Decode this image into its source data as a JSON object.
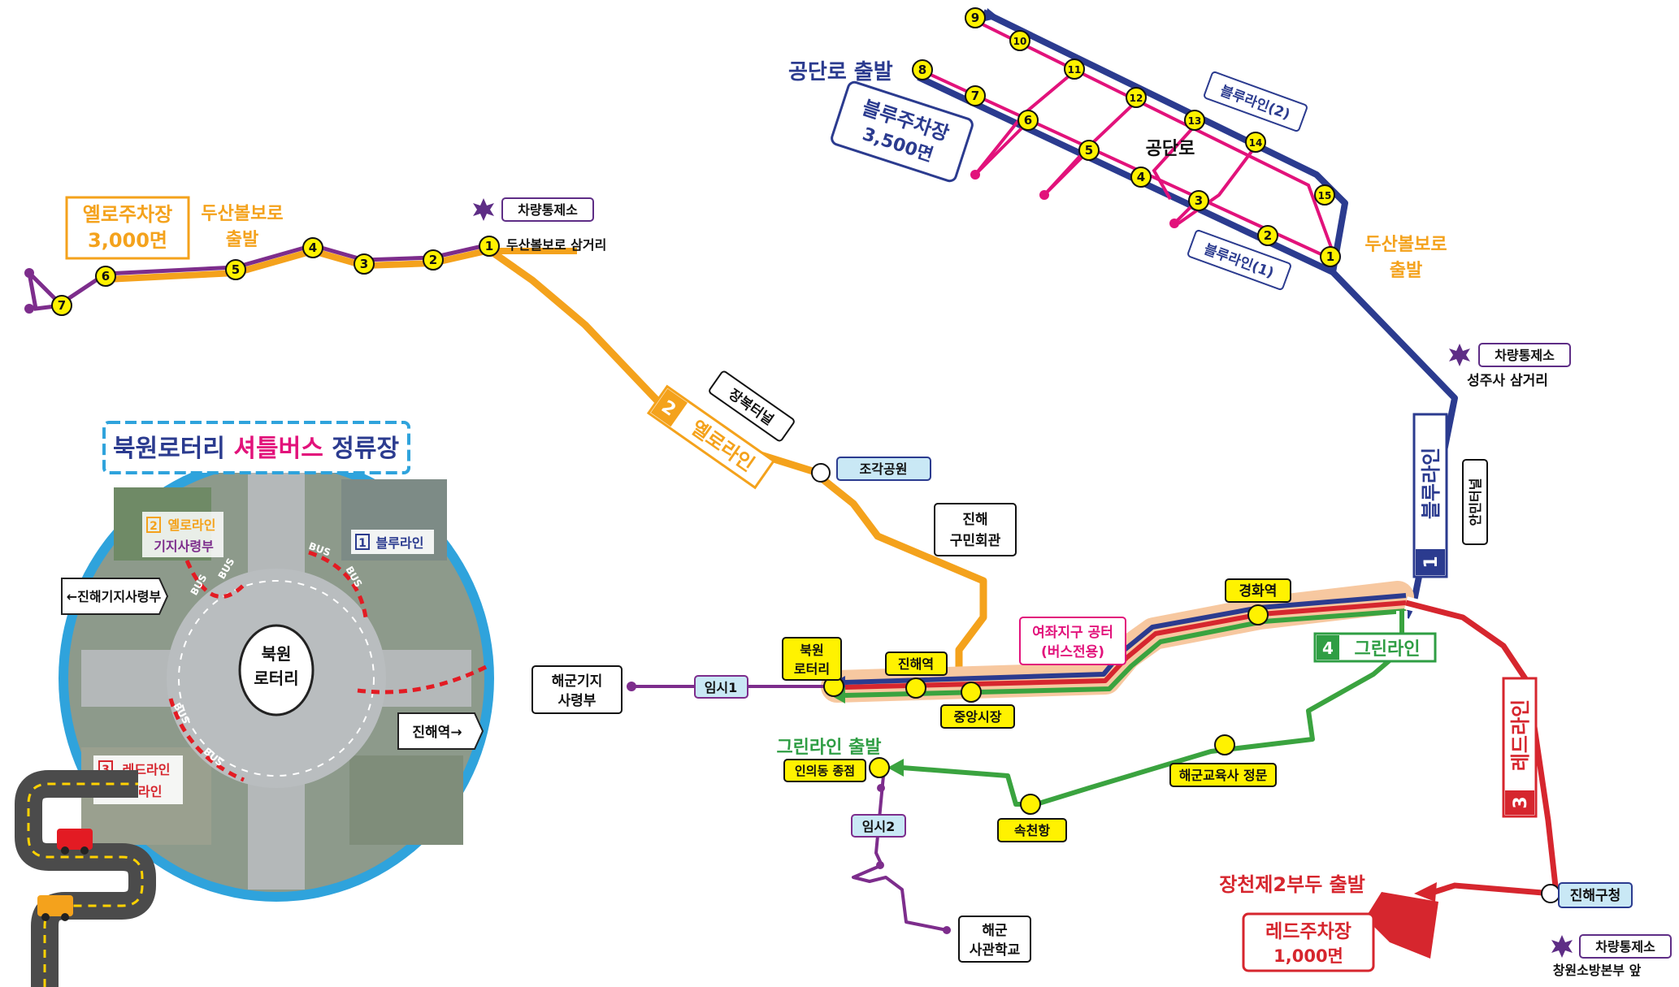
{
  "colors": {
    "yellow_line": "#f4a21c",
    "purple_line": "#7d2d8c",
    "blue_line": "#2b3b8f",
    "red_line": "#d6262e",
    "green_line": "#3aa33f",
    "pink_line": "#e2127b",
    "stop_fill": "#fff200",
    "label_bg_blue": "#c9e8f5",
    "label_bg_yellow": "#fff200",
    "green_box": "#2f9e44",
    "red_box": "#d6262e"
  },
  "title": {
    "part1": "북원로터리 ",
    "part2": "셔틀버스",
    "part3": " 정류장"
  },
  "inset": {
    "rotary": "북원\n로터리",
    "yellow_base": {
      "num": "2",
      "line": "옐로라인",
      "sub": "기지사령부"
    },
    "blue_base": {
      "num": "1",
      "line": "블루라인"
    },
    "left_sign": "←진해기지사령부",
    "right_sign": "진해역→",
    "red_green": {
      "num": "3",
      "line": "레드라인",
      "sub": "그린라인"
    },
    "bus_text": "BUS"
  },
  "yellow_line": {
    "name": "옐로라인",
    "num": "2",
    "parking": "옐로주차장\n3,000면",
    "start": "두산볼보로\n출발",
    "stop_numbers": [
      "1",
      "2",
      "3",
      "4",
      "5",
      "6",
      "7"
    ],
    "first_stop": "두산볼보로 삼거리",
    "checkpoint": "차량통제소",
    "tunnel": "장복터널",
    "sculpture_park": "조각공원",
    "civic_hall": "진해\n구민회관"
  },
  "blue_line": {
    "name": "블루라인",
    "num": "1",
    "start": "공단로 출발",
    "parking": "블루주차장\n3,500면",
    "area": "공단로",
    "branch1": "블루라인(1)",
    "branch2": "블루라인(2)",
    "start2": "두산볼보로\n출발",
    "stop_numbers": [
      "1",
      "2",
      "3",
      "4",
      "5",
      "6",
      "7",
      "8",
      "9",
      "10",
      "11",
      "12",
      "13",
      "14",
      "15"
    ],
    "checkpoint": "차량통제소",
    "junction": "성주사 삼거리",
    "tunnel": "안민터널"
  },
  "central": {
    "gyeonghwa": "경화역",
    "yeojwa": "여좌지구 공터\n(버스전용)",
    "bukwon": "북원\n로터리",
    "jinhae_stn": "진해역",
    "market": "중앙시장",
    "temp1": "임시1",
    "navy_hq": "해군기지\n사령부"
  },
  "green_line": {
    "name": "그린라인",
    "num": "4",
    "start": "그린라인 출발",
    "terminus": "인의동 종점",
    "academy_gate": "해군교육사 정문",
    "sokcheon": "속천항",
    "temp2": "임시2",
    "naval_academy": "해군\n사관학교"
  },
  "red_line": {
    "name": "레드라인",
    "num": "3",
    "district_office": "진해구청",
    "start": "장천제2부두 출발",
    "parking": "레드주차장\n1,000면",
    "checkpoint": "차량통제소",
    "fire_hq": "창원소방본부 앞"
  }
}
